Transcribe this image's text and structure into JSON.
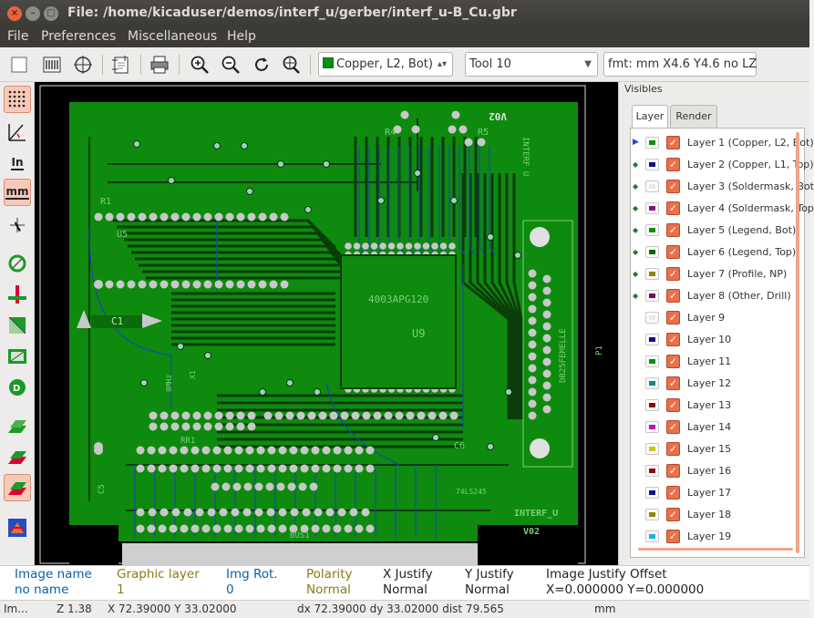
{
  "window": {
    "title": "File: /home/kicaduser/demos/interf_u/gerber/interf_u-B_Cu.gbr",
    "close_glyph": "×",
    "min_glyph": "–",
    "max_glyph": "□"
  },
  "menu": [
    "File",
    "Preferences",
    "Miscellaneous",
    "Help"
  ],
  "toolbar": {
    "layer_select": "Copper, L2, Bot)",
    "layer_color": "#0a8f0a",
    "tool_select": "Tool 10",
    "format_display": "fmt: mm X4.6 Y4.6 no LZ"
  },
  "left_tools": {
    "units_in": "In",
    "units_mm": "mm"
  },
  "pcb": {
    "board_color": "#0e8a0e",
    "silk": {
      "c1": "C1",
      "u5": "U5",
      "u9": "U9",
      "apg": "4003APG120",
      "r1": "R1",
      "r4": "R4",
      "r5": "R5",
      "c5": "C5",
      "c6": "C6",
      "rr1": "RR1",
      "bus1": "BUS1",
      "version": "V02",
      "interf": "INTERF_U",
      "interf_v": "V02",
      "db25": "DB25FEMELLE",
      "p1": "P1",
      "mhz": "8MHz",
      "x1": "X1",
      "interf_side": "INTERF U",
      "ic74": "74LS245"
    }
  },
  "visibles": {
    "title": "Visibles",
    "tabs": [
      "Layer",
      "Render"
    ],
    "layers": [
      {
        "label": "Layer 1 (Copper, L2, Bot)",
        "color": "#0a8f0a",
        "active": true,
        "used": true
      },
      {
        "label": "Layer 2 (Copper, L1, Top)",
        "color": "#101088",
        "active": false,
        "used": true
      },
      {
        "label": "Layer 3 (Soldermask, Bot",
        "color": "#e8e8e8",
        "active": false,
        "used": true
      },
      {
        "label": "Layer 4 (Soldermask, Top",
        "color": "#8a0a8a",
        "active": false,
        "used": true
      },
      {
        "label": "Layer 5 (Legend, Bot)",
        "color": "#0a8f0a",
        "active": false,
        "used": true
      },
      {
        "label": "Layer 6 (Legend, Top)",
        "color": "#0a6a0a",
        "active": false,
        "used": true
      },
      {
        "label": "Layer 7 (Profile, NP)",
        "color": "#8a8a0a",
        "active": false,
        "used": true
      },
      {
        "label": "Layer 8 (Other, Drill)",
        "color": "#6a0a6a",
        "active": false,
        "used": true
      },
      {
        "label": "Layer 9",
        "color": "#e8e8e8",
        "active": false,
        "used": false
      },
      {
        "label": "Layer 10",
        "color": "#101088",
        "active": false,
        "used": false
      },
      {
        "label": "Layer 11",
        "color": "#0a8f0a",
        "active": false,
        "used": false
      },
      {
        "label": "Layer 12",
        "color": "#0a8a8a",
        "active": false,
        "used": false
      },
      {
        "label": "Layer 13",
        "color": "#8a0a0a",
        "active": false,
        "used": false
      },
      {
        "label": "Layer 14",
        "color": "#c010c0",
        "active": false,
        "used": false
      },
      {
        "label": "Layer 15",
        "color": "#c8c810",
        "active": false,
        "used": false
      },
      {
        "label": "Layer 16",
        "color": "#8a0a0a",
        "active": false,
        "used": false
      },
      {
        "label": "Layer 17",
        "color": "#101088",
        "active": false,
        "used": false
      },
      {
        "label": "Layer 18",
        "color": "#8a8a0a",
        "active": false,
        "used": false
      },
      {
        "label": "Layer 19",
        "color": "#10b8d8",
        "active": false,
        "used": false
      }
    ]
  },
  "info": {
    "image_name_label": "Image name",
    "image_name_value": "no name",
    "graphic_layer_label": "Graphic layer",
    "graphic_layer_value": "1",
    "img_rot_label": "Img Rot.",
    "img_rot_value": "0",
    "polarity_label": "Polarity",
    "polarity_value": "Normal",
    "x_justify_label": "X Justify",
    "x_justify_value": "Normal",
    "y_justify_label": "Y Justify",
    "y_justify_value": "Normal",
    "offset_label": "Image Justify Offset",
    "offset_value": "X=0.000000 Y=0.000000"
  },
  "status": {
    "mode": "Im...",
    "zoom": "Z 1.38",
    "xy": "X 72.39000  Y 33.02000",
    "dxdy": "dx 72.39000  dy 33.02000  dist 79.565",
    "units": "mm"
  }
}
